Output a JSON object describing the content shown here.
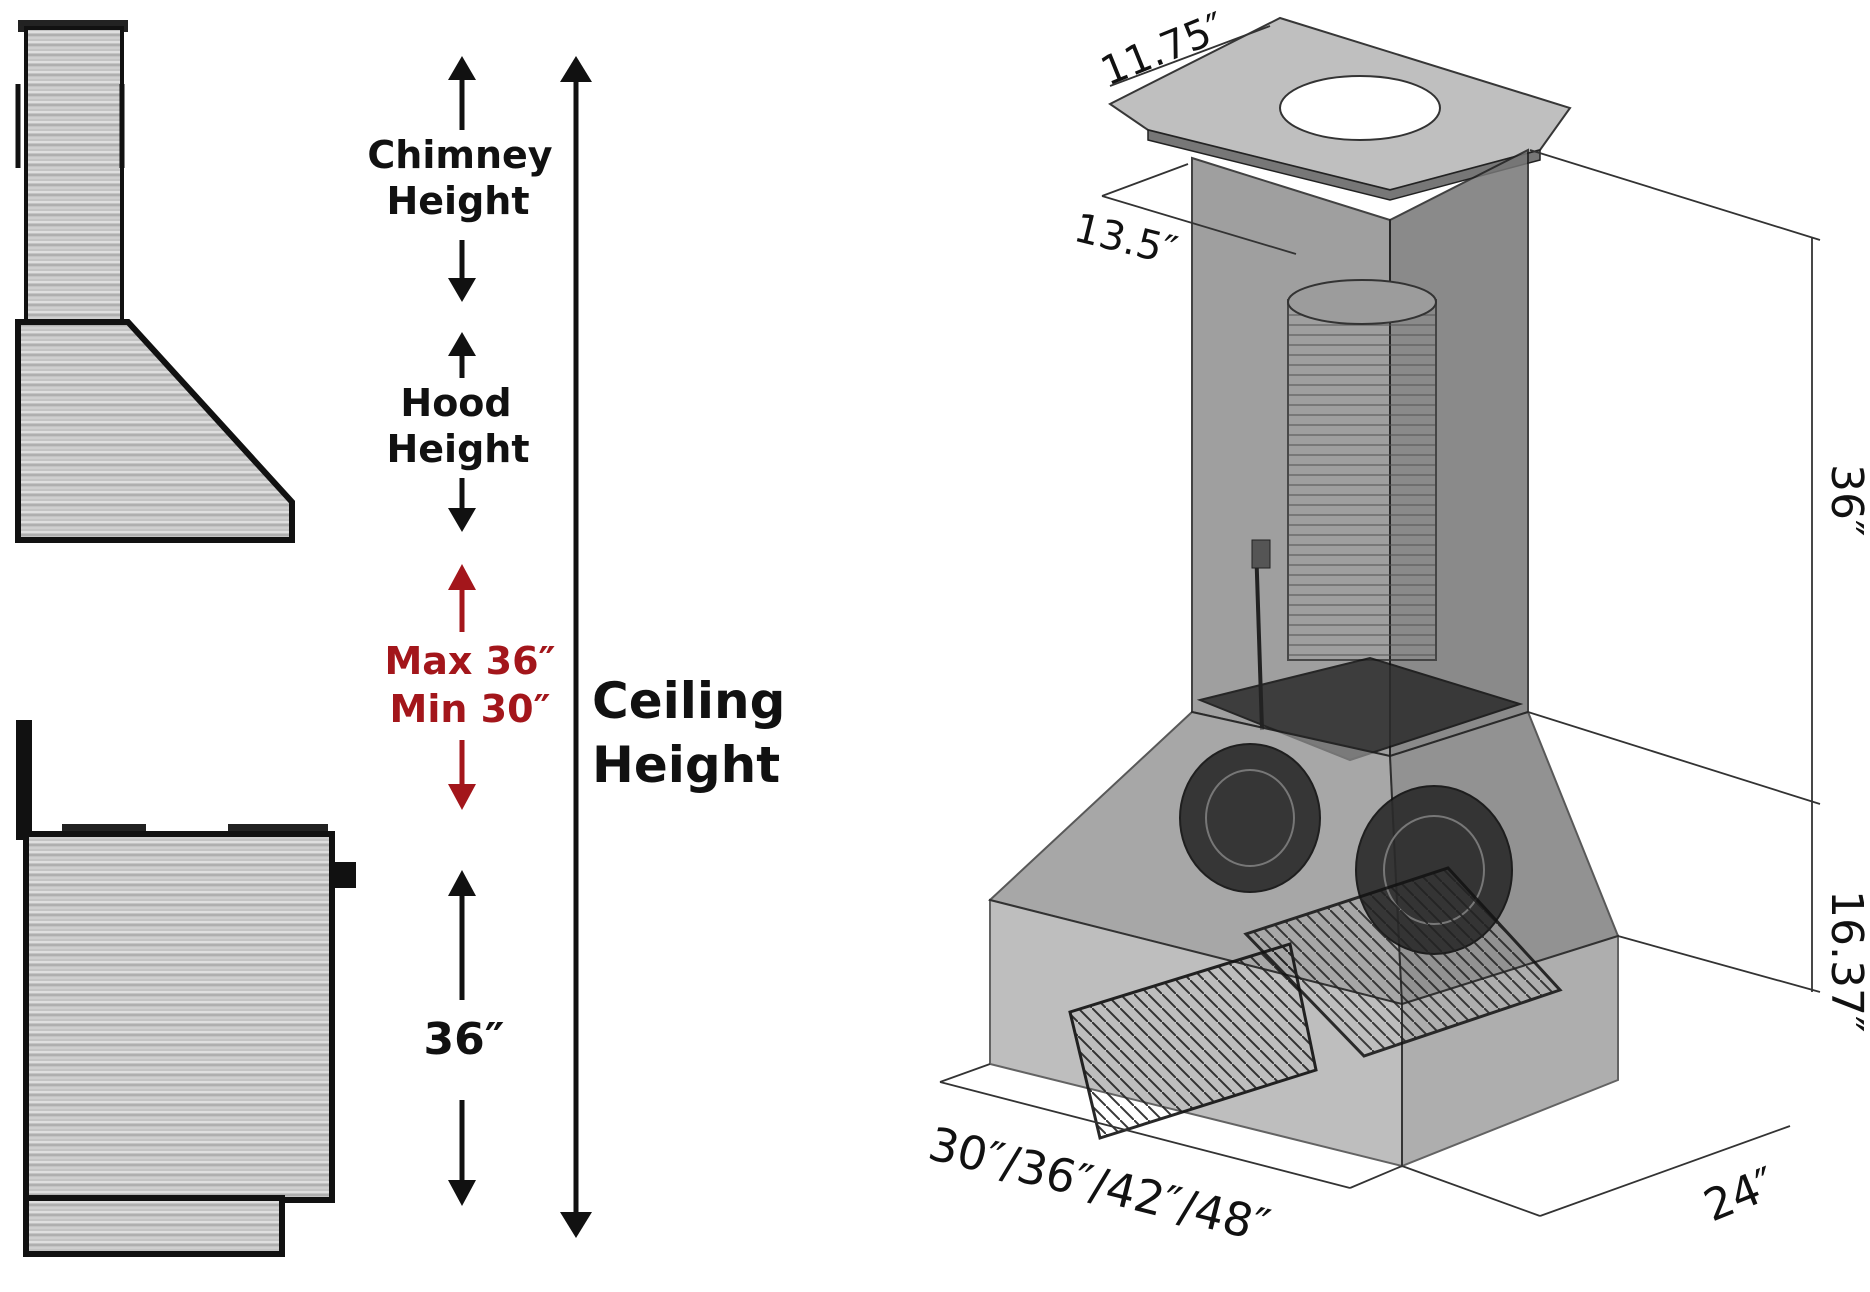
{
  "left_diagram": {
    "chimney_label": [
      "Chimney",
      "Height"
    ],
    "hood_label": [
      "Hood",
      "Height"
    ],
    "clearance_label": [
      "Max 36″",
      "Min 30″"
    ],
    "counter_label": "36″",
    "ceiling_label": [
      "Ceiling",
      "Height"
    ],
    "clearance_color": "#a3161b",
    "text_color": "#111111"
  },
  "right_diagram": {
    "top_depth": "11.75″",
    "top_width": "13.5″",
    "chimney_height": "36″",
    "hood_height": "16.37″",
    "hood_widths": "30″/36″/42″/48″",
    "hood_depth": "24″"
  }
}
